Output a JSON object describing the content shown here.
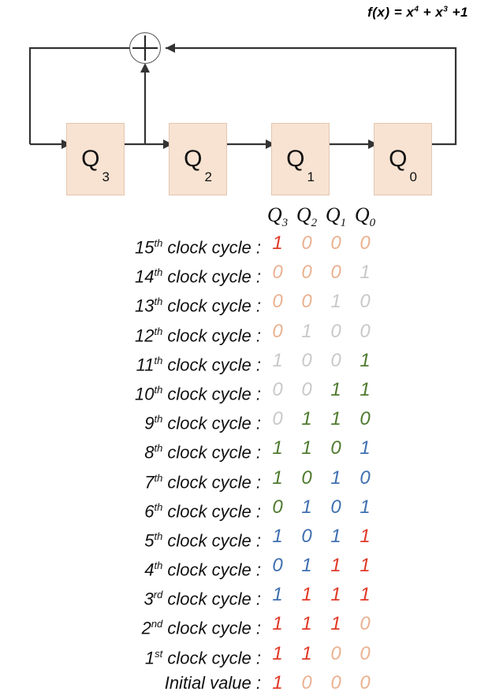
{
  "formula": {
    "prefix": "f(x) = x",
    "exp1": "4",
    "mid": " + x",
    "exp2": "3",
    "suffix": " +1"
  },
  "circuit": {
    "registers": [
      {
        "name": "Q",
        "index": "3"
      },
      {
        "name": "Q",
        "index": "2"
      },
      {
        "name": "Q",
        "index": "1"
      },
      {
        "name": "Q",
        "index": "0"
      }
    ],
    "xor_symbol": "+",
    "box_fill": "#f8e3d2",
    "wire_color": "#333333"
  },
  "table": {
    "headers": [
      {
        "name": "Q",
        "sub": "3"
      },
      {
        "name": "Q",
        "sub": "2"
      },
      {
        "name": "Q",
        "sub": "1"
      },
      {
        "name": "Q",
        "sub": "0"
      }
    ],
    "colors": {
      "red": "#e03a28",
      "orange": "#eab291",
      "gray": "#c9c9c9",
      "green": "#4f7a2f",
      "blue": "#4070b0"
    },
    "rows": [
      {
        "num": "15",
        "ord": "th",
        "label": " clock cycle :",
        "bits": [
          "1",
          "0",
          "0",
          "0"
        ],
        "bit_colors": [
          "red",
          "orange",
          "orange",
          "orange"
        ]
      },
      {
        "num": "14",
        "ord": "th",
        "label": " clock cycle :",
        "bits": [
          "0",
          "0",
          "0",
          "1"
        ],
        "bit_colors": [
          "orange",
          "orange",
          "orange",
          "gray"
        ]
      },
      {
        "num": "13",
        "ord": "th",
        "label": " clock cycle :",
        "bits": [
          "0",
          "0",
          "1",
          "0"
        ],
        "bit_colors": [
          "orange",
          "orange",
          "gray",
          "gray"
        ]
      },
      {
        "num": "12",
        "ord": "th",
        "label": " clock cycle :",
        "bits": [
          "0",
          "1",
          "0",
          "0"
        ],
        "bit_colors": [
          "orange",
          "gray",
          "gray",
          "gray"
        ]
      },
      {
        "num": "11",
        "ord": "th",
        "label": " clock cycle :",
        "bits": [
          "1",
          "0",
          "0",
          "1"
        ],
        "bit_colors": [
          "gray",
          "gray",
          "gray",
          "green"
        ]
      },
      {
        "num": "10",
        "ord": "th",
        "label": " clock cycle :",
        "bits": [
          "0",
          "0",
          "1",
          "1"
        ],
        "bit_colors": [
          "gray",
          "gray",
          "green",
          "green"
        ]
      },
      {
        "num": "9",
        "ord": "th",
        "label": " clock cycle :",
        "bits": [
          "0",
          "1",
          "1",
          "0"
        ],
        "bit_colors": [
          "gray",
          "green",
          "green",
          "green"
        ]
      },
      {
        "num": "8",
        "ord": "th",
        "label": " clock cycle :",
        "bits": [
          "1",
          "1",
          "0",
          "1"
        ],
        "bit_colors": [
          "green",
          "green",
          "green",
          "blue"
        ]
      },
      {
        "num": "7",
        "ord": "th",
        "label": " clock cycle :",
        "bits": [
          "1",
          "0",
          "1",
          "0"
        ],
        "bit_colors": [
          "green",
          "green",
          "blue",
          "blue"
        ]
      },
      {
        "num": "6",
        "ord": "th",
        "label": " clock cycle :",
        "bits": [
          "0",
          "1",
          "0",
          "1"
        ],
        "bit_colors": [
          "green",
          "blue",
          "blue",
          "blue"
        ]
      },
      {
        "num": "5",
        "ord": "th",
        "label": " clock cycle :",
        "bits": [
          "1",
          "0",
          "1",
          "1"
        ],
        "bit_colors": [
          "blue",
          "blue",
          "blue",
          "red"
        ]
      },
      {
        "num": "4",
        "ord": "th",
        "label": " clock cycle :",
        "bits": [
          "0",
          "1",
          "1",
          "1"
        ],
        "bit_colors": [
          "blue",
          "blue",
          "red",
          "red"
        ]
      },
      {
        "num": "3",
        "ord": "rd",
        "label": " clock cycle :",
        "bits": [
          "1",
          "1",
          "1",
          "1"
        ],
        "bit_colors": [
          "blue",
          "red",
          "red",
          "red"
        ]
      },
      {
        "num": "2",
        "ord": "nd",
        "label": " clock cycle :",
        "bits": [
          "1",
          "1",
          "1",
          "0"
        ],
        "bit_colors": [
          "red",
          "red",
          "red",
          "orange"
        ]
      },
      {
        "num": "1",
        "ord": "st",
        "label": " clock cycle :",
        "bits": [
          "1",
          "1",
          "0",
          "0"
        ],
        "bit_colors": [
          "red",
          "red",
          "orange",
          "orange"
        ]
      },
      {
        "num": "",
        "ord": "",
        "label": "Initial value :",
        "bits": [
          "1",
          "0",
          "0",
          "0"
        ],
        "bit_colors": [
          "red",
          "orange",
          "orange",
          "orange"
        ]
      }
    ]
  }
}
